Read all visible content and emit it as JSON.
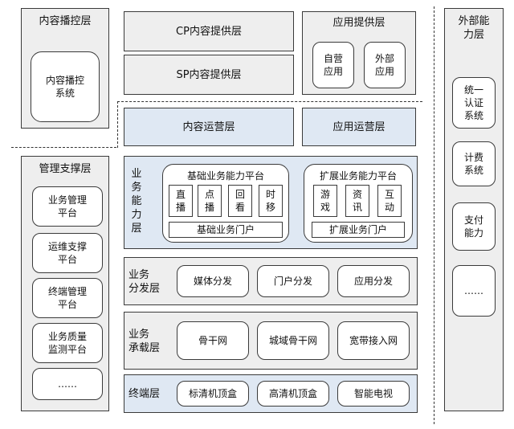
{
  "content_control_layer": {
    "title": "内容播控层",
    "system": "内容播控\n系统"
  },
  "cp_layer": "CP内容提供层",
  "sp_layer": "SP内容提供层",
  "app_provider_layer": {
    "title": "应用提供层",
    "items": [
      "自营\n应用",
      "外部\n应用"
    ]
  },
  "content_ops_layer": "内容运营层",
  "app_ops_layer": "应用运营层",
  "management_support_layer": {
    "title": "管理支撑层",
    "items": [
      "业务管理\n平台",
      "运维支撑\n平台",
      "终端管理\n平台",
      "业务质量\n监测平台",
      "……"
    ]
  },
  "business_capability_layer": {
    "title": "业\n务\n能\n力\n层",
    "basic_platform": {
      "title": "基础业务能力平台",
      "items": [
        "直\n播",
        "点\n播",
        "回\n看",
        "时\n移"
      ],
      "portal": "基础业务门户"
    },
    "extended_platform": {
      "title": "扩展业务能力平台",
      "items": [
        "游\n戏",
        "资\n讯",
        "互\n动"
      ],
      "portal": "扩展业务门户"
    }
  },
  "distribution_layer": {
    "title": "业务\n分发层",
    "items": [
      "媒体分发",
      "门户分发",
      "应用分发"
    ]
  },
  "bearer_layer": {
    "title": "业务\n承载层",
    "items": [
      "骨干网",
      "城域骨干网",
      "宽带接入网"
    ]
  },
  "terminal_layer": {
    "title": "终端层",
    "items": [
      "标清机顶盒",
      "高清机顶盒",
      "智能电视"
    ]
  },
  "external_capability_layer": {
    "title": "外部能\n力层",
    "items": [
      "统一\n认证\n系统",
      "计费\n系统",
      "支付\n能力",
      "……"
    ]
  }
}
